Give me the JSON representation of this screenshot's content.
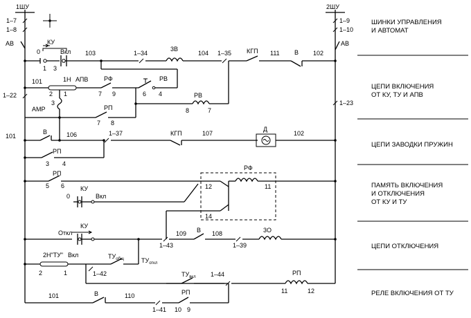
{
  "buses": {
    "left": {
      "name": "1ШУ",
      "terminals": [
        "1–7",
        "1–8"
      ],
      "breaker": "АВ"
    },
    "right": {
      "name": "2ШУ",
      "terminals": [
        "1–9",
        "1–10"
      ],
      "breaker": "АВ"
    }
  },
  "sections": [
    {
      "title": "ШИНКИ УПРАВЛЕНИЯ\nИ АВТОМАТ"
    },
    {
      "title": "ЦЕПИ ВКЛЮЧЕНИЯ\nОТ КУ, ТУ И АПВ"
    },
    {
      "title": "ЦЕПИ ЗАВОДКИ ПРУЖИН"
    },
    {
      "title": "ПАМЯТЬ ВКЛЮЧЕНИЯ\nИ ОТКЛЮЧЕНИЯ\nОТ КУ И ТУ"
    },
    {
      "title": "ЦЕПИ ОТКЛЮЧЕНИЯ"
    },
    {
      "title": "РЕЛЕ ВКЛЮЧЕНИЯ ОТ ТУ"
    }
  ],
  "labels": {
    "l0": "0",
    "l1": "1",
    "l2": "3",
    "ku1": "КУ",
    "vkl1": "Вкл",
    "n103": "103",
    "t134": "1–34",
    "c3v": "3В",
    "n104": "104",
    "t135": "1–35",
    "kgp1": "КГП",
    "n111": "111",
    "v1": "В",
    "n102a": "102",
    "n101a": "101",
    "n1n": "1Н",
    "apv": "АПВ",
    "rf1": "РФ",
    "rv1": "РВ",
    "n2a": "2",
    "n1a": "1",
    "n7a": "7",
    "n9a": "9",
    "n6a": "6",
    "n4a": "4",
    "t122": "1–22",
    "n3a": "3",
    "amr": "АМР",
    "rp1": "РП",
    "n7b": "7",
    "n8a": "8",
    "rv2": "РВ",
    "n8b": "8",
    "n7c": "7",
    "t123": "1–23",
    "n101b": "101",
    "v2": "В",
    "n106": "106",
    "t137": "1–37",
    "kgp2": "КГП",
    "n107": "107",
    "d": "Д",
    "n102b": "102",
    "rp2": "РП",
    "n3b": "3",
    "n4b": "4",
    "rp3": "РП",
    "n5": "5",
    "n6b": "6",
    "ku2": "КУ",
    "l0b": "0",
    "vkl2": "Вкл",
    "rf2": "РФ",
    "n12a": "12",
    "n11a": "11",
    "n14": "14",
    "otkl1": "Откл",
    "ku3": "КУ",
    "t143": "1–43",
    "n109": "109",
    "v3": "В",
    "n108": "108",
    "t139": "1–39",
    "zo": "3О",
    "tu2n": "2Н\"ТУ\"",
    "vkl3": "Вкл",
    "n2b": "2",
    "n1b": "1",
    "t142": "1–42",
    "tuobsch": "ТУ",
    "tuobsch_sub": "общ",
    "tuotkl": "ТУ",
    "tuotkl_sub": "откл",
    "tuvkl": "ТУ",
    "tuvkl_sub": "вкл",
    "t144": "1–44",
    "rp4": "РП",
    "n11b": "11",
    "n12b": "12",
    "n101c": "101",
    "v4": "В",
    "n110": "110",
    "t141": "1–41",
    "rp5": "РП",
    "n10": "10",
    "n9b": "9"
  }
}
